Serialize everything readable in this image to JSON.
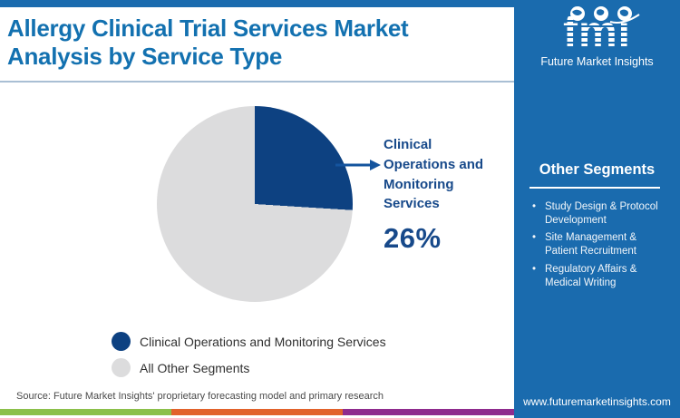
{
  "title": {
    "line1": "Allergy Clinical Trial Services Market",
    "line2": "Analysis by Service Type"
  },
  "logo": {
    "brand": "fmi",
    "name": "Future Market Insights"
  },
  "chart_data": {
    "type": "pie",
    "title": "Allergy Clinical Trial Services Market Analysis by Service Type",
    "slices": [
      {
        "label": "Clinical Operations and Monitoring Services",
        "value": 26,
        "color": "#0d4181"
      },
      {
        "label": "All Other Segments",
        "value": 74,
        "color": "#dcdcdd"
      }
    ],
    "annotation": {
      "label": "Clinical Operations and Monitoring Services",
      "value": "26%"
    },
    "legend_position": "bottom-left"
  },
  "legend": [
    {
      "label": "Clinical Operations and Monitoring Services",
      "color": "#0d4181"
    },
    {
      "label": "All Other Segments",
      "color": "#dcdcdd"
    }
  ],
  "sidebar": {
    "heading": "Other Segments",
    "items": [
      "Study Design & Protocol Development",
      "Site Management & Patient Recruitment",
      "Regulatory Affairs & Medical Writing"
    ],
    "url": "www.futuremarketinsights.com"
  },
  "source": "Source: Future Market Insights' proprietary forecasting model and primary research",
  "footer_stripe": [
    "#8cc04a",
    "#e2622b",
    "#8f2b8e"
  ],
  "colors": {
    "sidebar_bg": "#1a6bae",
    "title_text": "#1371b0",
    "annotation_text": "#17498a",
    "arrow": "#14549e"
  }
}
